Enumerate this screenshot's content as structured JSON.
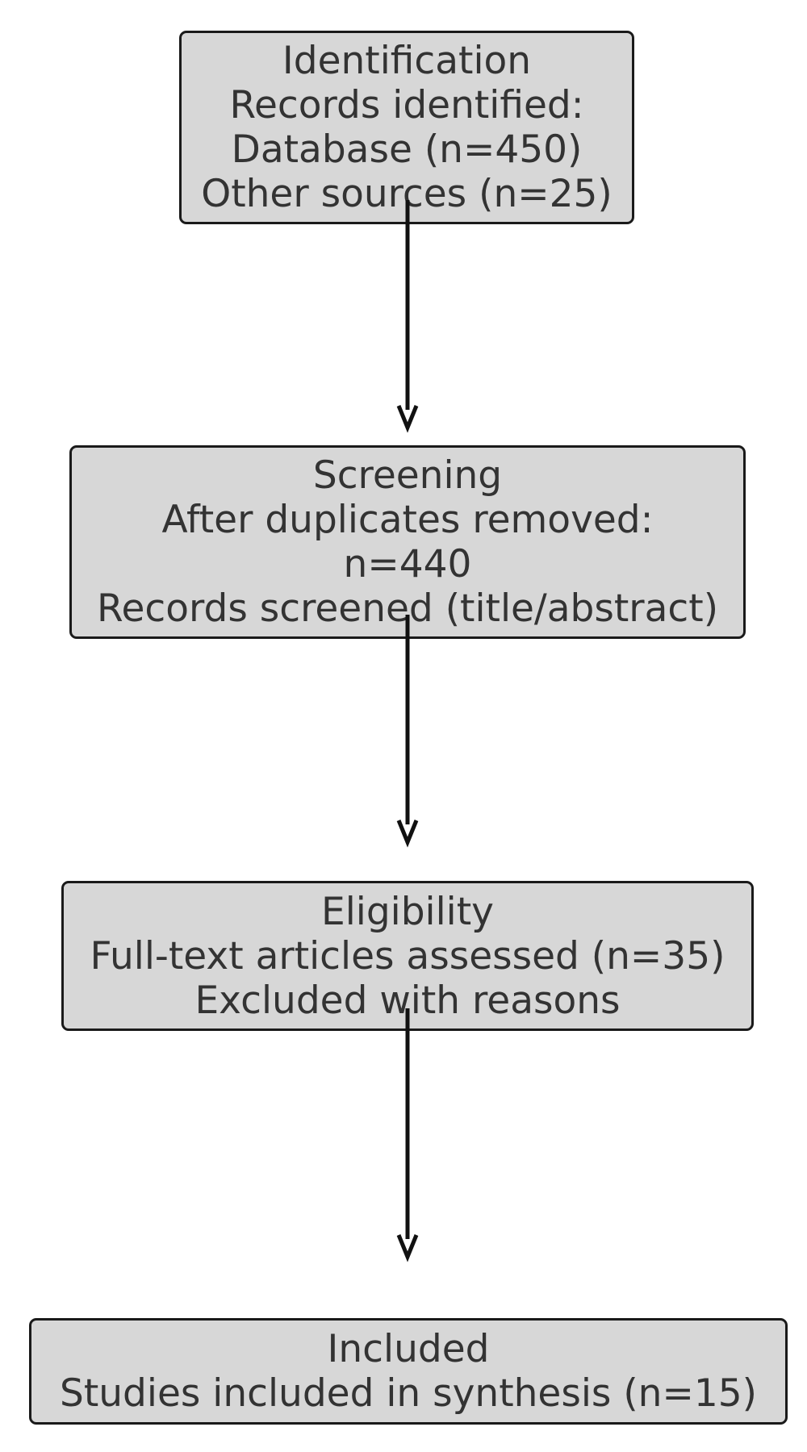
{
  "colors": {
    "box_fill": "#d7d7d7",
    "box_border": "#1a1a1a",
    "text": "#333333",
    "arrow": "#111111"
  },
  "stages": [
    {
      "lines": [
        "Identification",
        "Records identified:",
        "Database (n=450)",
        "Other sources (n=25)"
      ]
    },
    {
      "lines": [
        "Screening",
        "After duplicates removed:",
        "n=440",
        "Records screened (title/abstract)"
      ]
    },
    {
      "lines": [
        "Eligibility",
        "Full-text articles assessed (n=35)",
        "Excluded with reasons"
      ]
    },
    {
      "lines": [
        "Included",
        "Studies included in synthesis (n=15)"
      ]
    }
  ]
}
